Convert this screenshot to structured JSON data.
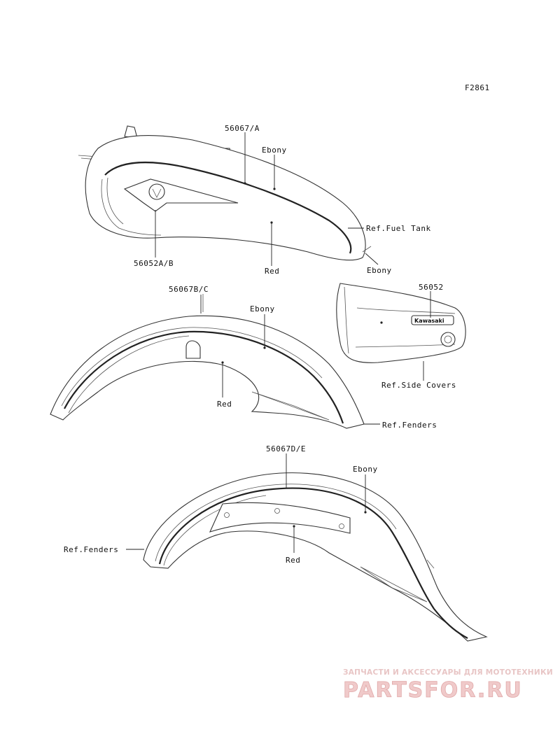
{
  "figure_code": "F2861",
  "callouts": {
    "tank_decal_part": "56067/A",
    "tank_ebony": "Ebony",
    "ref_fuel_tank": "Ref.Fuel Tank",
    "tank_emblem_part": "56052A/B",
    "tank_red": "Red",
    "tank_ebony_lower": "Ebony",
    "front_fender_part": "56067B/C",
    "front_fender_ebony": "Ebony",
    "side_cover_part": "56052",
    "side_cover_red": "Red",
    "ref_side_covers": "Ref.Side Covers",
    "ref_fenders_front": "Ref.Fenders",
    "rear_fender_part": "56067D/E",
    "rear_fender_ebony": "Ebony",
    "ref_fenders_rear": "Ref.Fenders",
    "rear_fender_red": "Red"
  },
  "side_cover_badge": "Kawasaki",
  "watermark": {
    "tagline": "ЗАПЧАСТИ И АКСЕССУАРЫ ДЛЯ МОТОТЕХНИКИ",
    "logo": "PARTSFOR.RU"
  },
  "colors": {
    "line": "#222222",
    "watermark": "#f0caca"
  }
}
